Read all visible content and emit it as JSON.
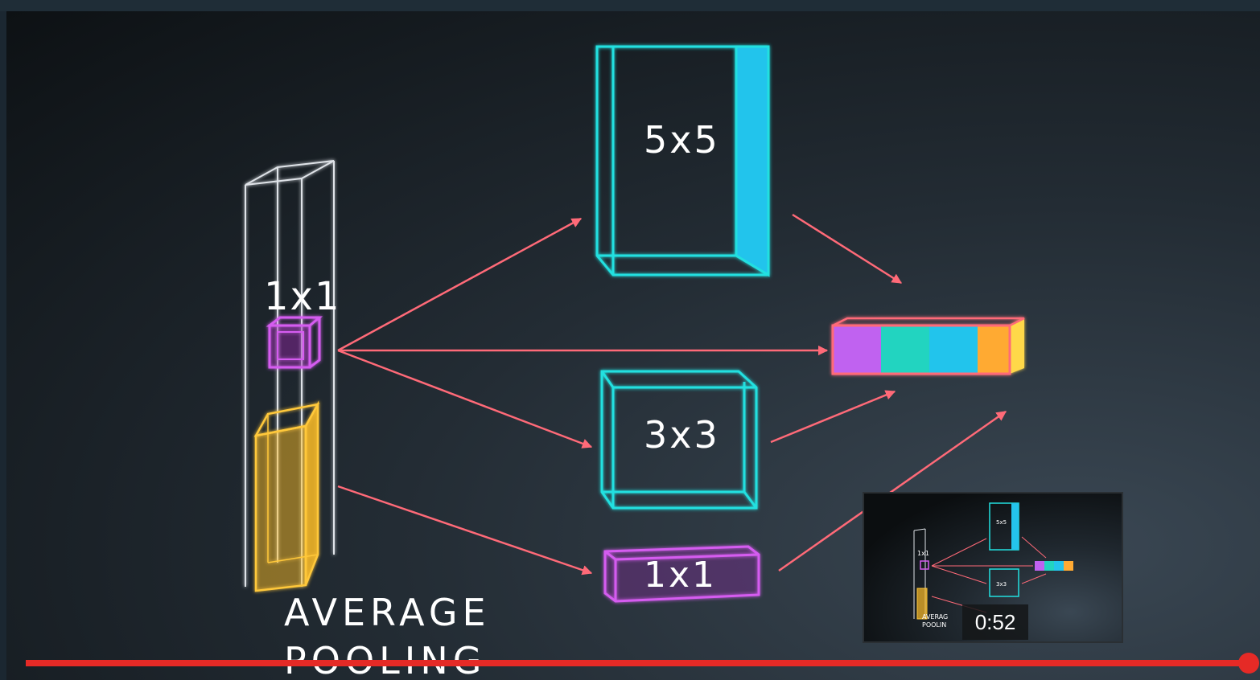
{
  "video": {
    "labels": {
      "pool_1x1": "1x1",
      "conv_5x5": "5x5",
      "conv_3x3": "3x3",
      "conv_1x1": "1x1",
      "average": "AVERAGE",
      "pooling": "POOLING"
    },
    "colors": {
      "arrow": "#ff6a78",
      "cyan": "#22e0e0",
      "magenta": "#d55cf0",
      "yellow": "#ffc83a",
      "blue_fill": "#24c4ec",
      "teal_fill": "#22d4c0",
      "orange_fill": "#ffaa33"
    }
  },
  "thumbnail": {
    "time": "0:52",
    "labels": {
      "conv_5x5": "5x5",
      "conv_3x3": "3x3",
      "pool_1x1": "1x1",
      "average": "AVERAG",
      "pooling": "POOLIN"
    }
  },
  "progress": {
    "played_fraction": 1.0,
    "color": "#e52a26"
  }
}
